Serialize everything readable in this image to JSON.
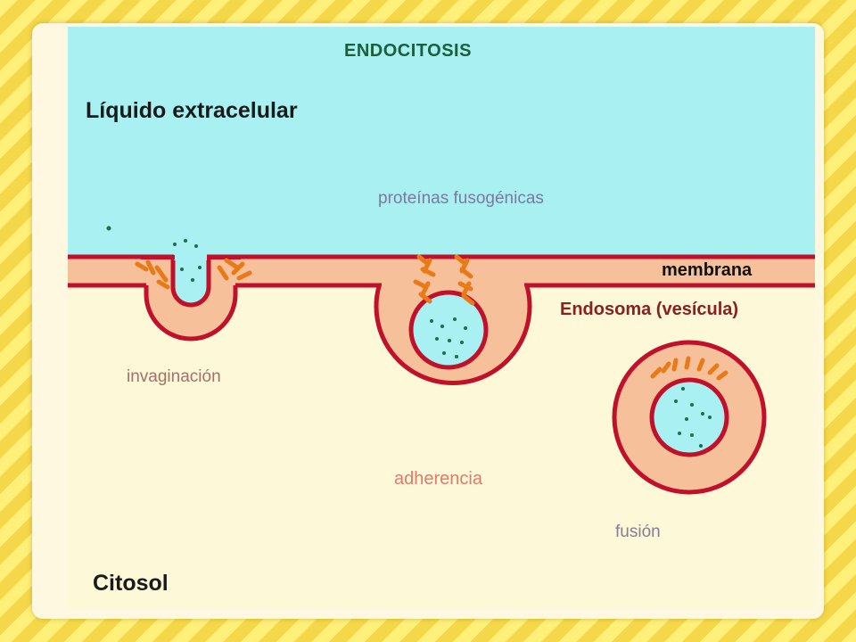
{
  "title": "ENDOCITOSIS",
  "labels": {
    "extracellular": "Líquido extracelular",
    "fusogenic_proteins": "proteínas fusogénicas",
    "membrane": "membrana",
    "endosome": "Endosoma (vesícula)",
    "invagination": "invaginación",
    "adherence": "adherencia",
    "fusion": "fusión",
    "cytosol": "Citosol"
  },
  "colors": {
    "extracellular": "#a9f0f2",
    "cytosol": "#fdf8d8",
    "membrane_fill": "#f6c09a",
    "membrane_line": "#c0102a",
    "protein": "#e87a1a",
    "particle": "#1f6b4a",
    "background_stripe_a": "#fff07a",
    "background_stripe_b": "#f5d84a"
  }
}
